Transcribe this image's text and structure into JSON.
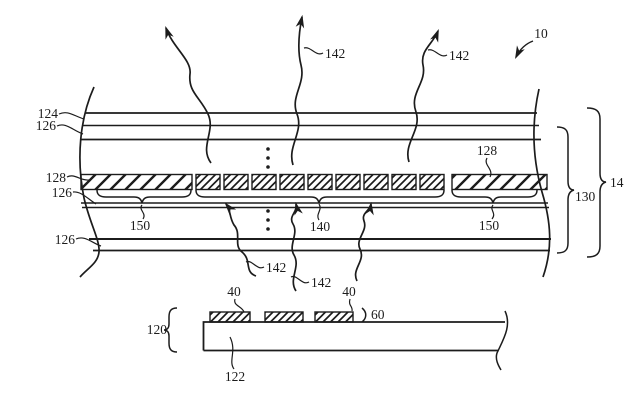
{
  "figure": {
    "kind": "patent-cross-section-diagram",
    "background_color": "#ffffff",
    "ink_color": "#1c1c1c"
  },
  "labels": {
    "fig_ref": "10",
    "stack_assembly": "14",
    "display_stack": "130",
    "cover_layer": "124",
    "film_upper": "126",
    "emissive_layer_left": "128",
    "emissive_layer_right": "128",
    "film_mid": "126",
    "film_lower": "126",
    "emission_region": "140",
    "edge_region_left": "150",
    "edge_region_right": "150",
    "light_ray_top_mid": "142",
    "light_ray_top_right": "142",
    "light_ray_bottom_left": "142",
    "light_ray_bottom_mid": "142",
    "component_left": "40",
    "component_right": "40",
    "component_height": "60",
    "substrate_assembly": "120",
    "substrate_layer": "122"
  }
}
